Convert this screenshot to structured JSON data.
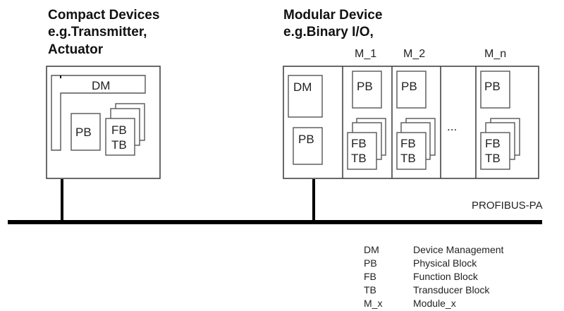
{
  "compact": {
    "title_lines": [
      "Compact Devices",
      "e.g.Transmitter,",
      "Actuator"
    ],
    "dm_label": "DM",
    "pb_label": "PB",
    "fb_label": "FB",
    "tb_label": "TB"
  },
  "modular": {
    "title_lines": [
      "Modular Device",
      "e.g.Binary I/O,"
    ],
    "head": {
      "dm_label": "DM",
      "pb_label": "PB"
    },
    "modules": [
      {
        "name": "M_1",
        "pb_label": "PB",
        "fb_label": "FB",
        "tb_label": "TB"
      },
      {
        "name": "M_2",
        "pb_label": "PB",
        "fb_label": "FB",
        "tb_label": "TB"
      },
      {
        "name": "M_n",
        "pb_label": "PB",
        "fb_label": "FB",
        "tb_label": "TB"
      }
    ],
    "ellipsis": "..."
  },
  "bus": {
    "label": "PROFIBUS-PA"
  },
  "legend": [
    {
      "abbr": "DM",
      "meaning": "Device Management"
    },
    {
      "abbr": "PB",
      "meaning": "Physical Block"
    },
    {
      "abbr": "FB",
      "meaning": "Function Block"
    },
    {
      "abbr": "TB",
      "meaning": "Transducer Block"
    },
    {
      "abbr": "M_x",
      "meaning": "Module_x"
    }
  ]
}
